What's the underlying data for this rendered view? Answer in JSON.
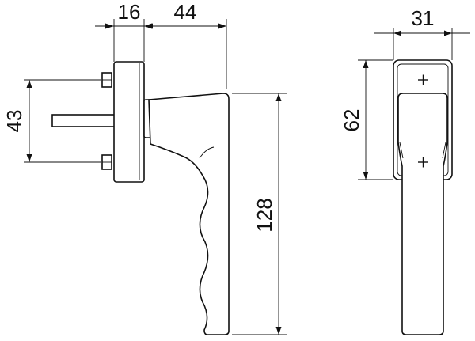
{
  "dimensions": {
    "side_view": {
      "base_depth": "16",
      "handle_projection": "44",
      "screw_spacing": "43",
      "handle_length": "128"
    },
    "front_view": {
      "rose_width": "31",
      "rose_height": "62"
    }
  }
}
